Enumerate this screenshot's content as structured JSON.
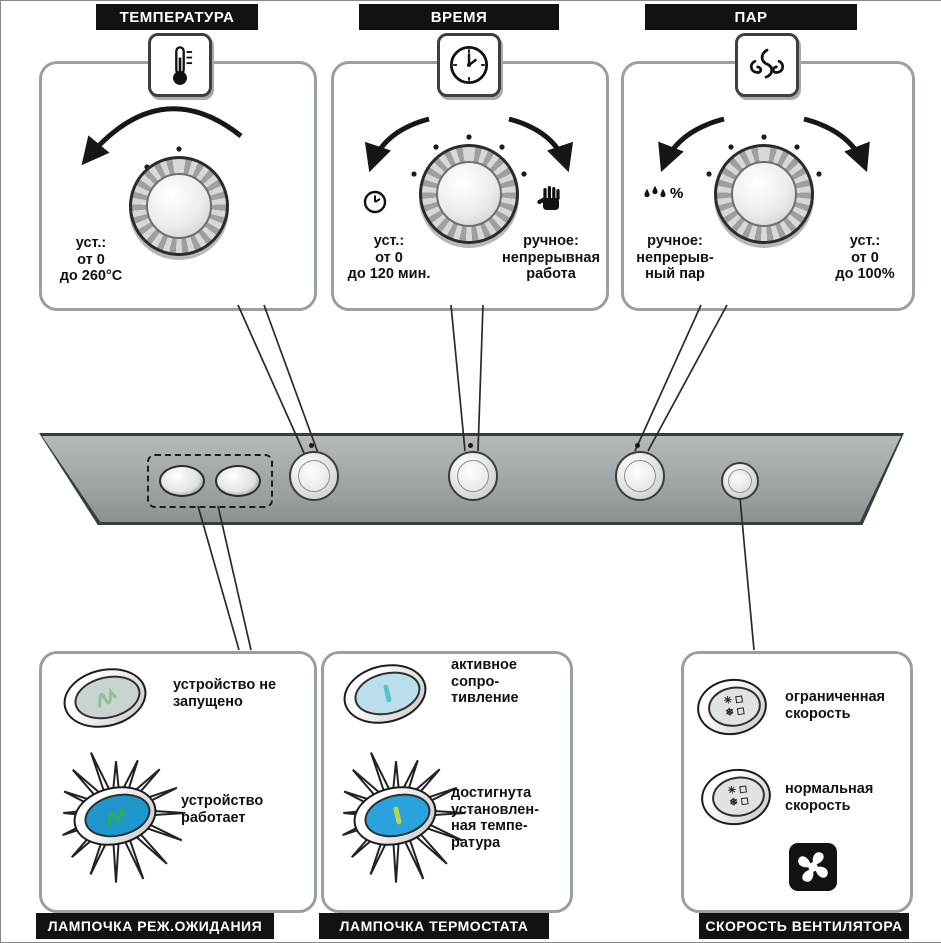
{
  "colors": {
    "header_bg": "#121212",
    "header_text": "#ffffff",
    "lamp_standby_off_face": "#c8d4d0",
    "lamp_standby_on_face": "#1f96cc",
    "lamp_thermo_off_face": "#badeec",
    "lamp_thermo_on_face": "#2aa3dc",
    "glyph_green": "#2fae4a",
    "glyph_green_dim": "#8fbf9b",
    "glyph_teal": "#57c2cf",
    "glyph_lime": "#b5d94e"
  },
  "icons": {
    "percent": "%",
    "fan_row1": "✳ ◻",
    "fan_row2": "❄ ◻"
  },
  "top_sections": [
    {
      "title": "ТЕМПЕРАТУРА",
      "icon": "thermometer-icon",
      "range_label": "уст.:\nот 0\nдо 260°C"
    },
    {
      "title": "ВРЕМЯ",
      "icon": "clock-icon",
      "left_label": "уст.:\nот 0\nдо 120 мин.",
      "right_label": "ручное:\nнепрерывная\nработа"
    },
    {
      "title": "ПАР",
      "icon": "steam-icon",
      "left_label": "ручное:\nнепрерыв-\nный пар",
      "right_label": "уст.:\nот 0\nдо 100%"
    }
  ],
  "bottom_sections": [
    {
      "title": "ЛАМПОЧКА РЕЖ.ОЖИДАНИЯ",
      "state_off": "устройство не\nзапущено",
      "state_on": "устройство\nработает"
    },
    {
      "title": "ЛАМПОЧКА ТЕРМОСТАТА",
      "state_off": "активное\nсопро-\nтивление",
      "state_on": "достигнута\nустановлен-\nная темпе-\nратура"
    },
    {
      "title": "СКОРОСТЬ ВЕНТИЛЯТОРА",
      "state_limited": "ограниченная\nскорость",
      "state_normal": "нормальная\nскорость"
    }
  ]
}
